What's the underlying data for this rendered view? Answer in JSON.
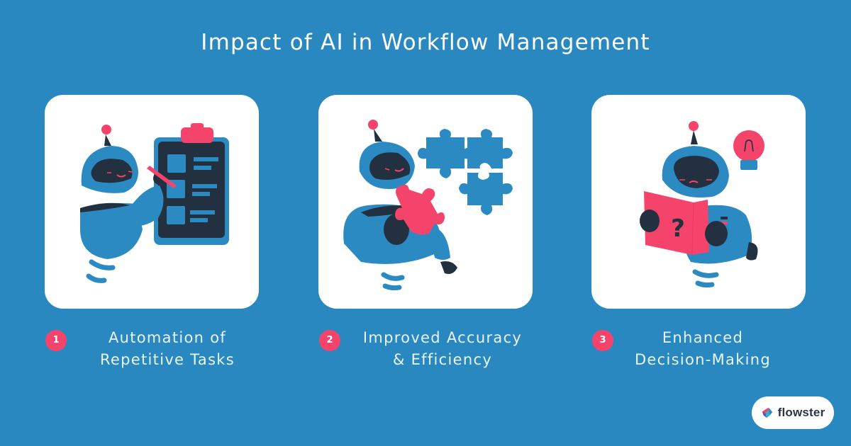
{
  "header": {
    "title": "Impact of AI in Workflow Management"
  },
  "colors": {
    "background": "#2a88c0",
    "card": "#ffffff",
    "accent_pink": "#f4446b",
    "robot_blue": "#2b8ac2",
    "robot_dark": "#23303f",
    "text_light": "#e8f6ff"
  },
  "features": [
    {
      "number": "1",
      "label": "Automation of Repetitive Tasks",
      "line1": "Automation of",
      "line2": "Repetitive Tasks",
      "illustration": "robot-clipboard-checklist-illustration"
    },
    {
      "number": "2",
      "label": "Improved Accuracy & Efficiency",
      "line1": "Improved Accuracy",
      "line2": "& Efficiency",
      "illustration": "robot-puzzle-pieces-illustration"
    },
    {
      "number": "3",
      "label": "Enhanced Decision-Making",
      "line1": "Enhanced",
      "line2": "Decision-Making",
      "illustration": "robot-book-lightbulb-illustration"
    }
  ],
  "brand": {
    "name": "flowster",
    "icon": "flowster-logo-icon"
  }
}
